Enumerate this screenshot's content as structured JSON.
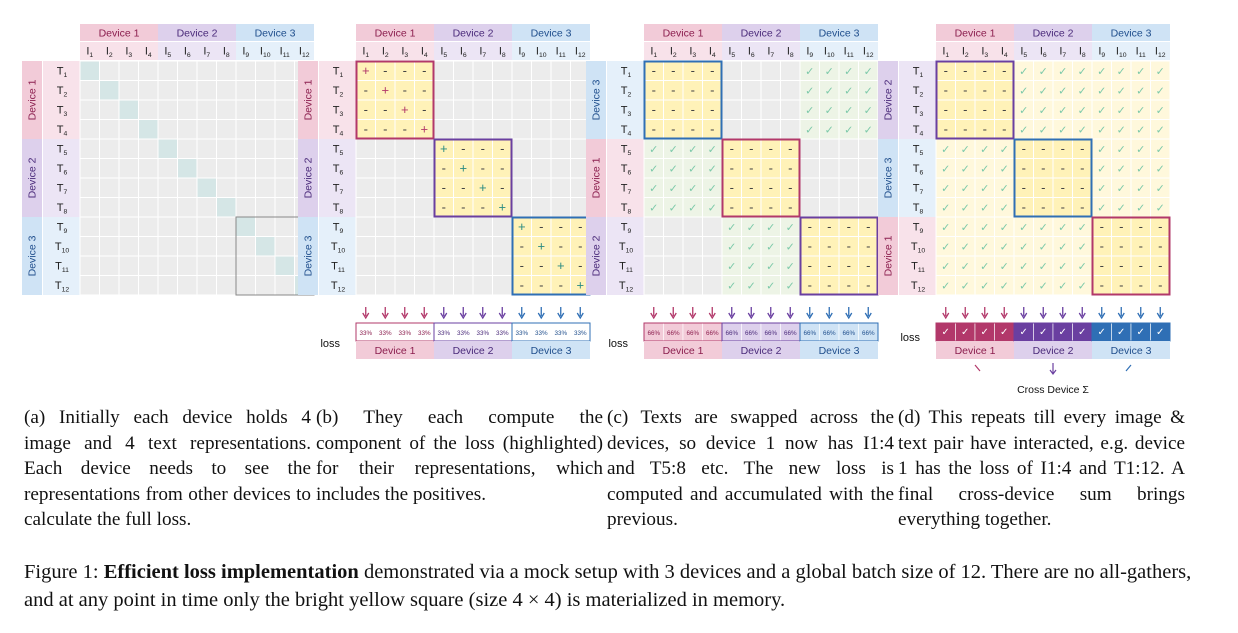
{
  "devices": [
    "Device 1",
    "Device 2",
    "Device 3"
  ],
  "images": [
    "I1",
    "I2",
    "I3",
    "I4",
    "I5",
    "I6",
    "I7",
    "I8",
    "I9",
    "I10",
    "I11",
    "I12"
  ],
  "texts": [
    "T1",
    "T2",
    "T3",
    "T4",
    "T5",
    "T6",
    "T7",
    "T8",
    "T9",
    "T10",
    "T11",
    "T12"
  ],
  "colors": {
    "device1_fill": "#f2cbd8",
    "device1_border": "#b2386a",
    "device1_text": "#8b1e4e",
    "device2_fill": "#ddd0ec",
    "device2_border": "#6a3fa0",
    "device2_text": "#4a2a7a",
    "device3_fill": "#cfe3f5",
    "device3_border": "#2f6fb5",
    "device3_text": "#1f4e8c",
    "grid_bg": "#ececec",
    "grid_line": "#ffffff",
    "diag": "#d5e6e6",
    "yellow": "#fff2b8",
    "yellow_faint": "#fff8dc",
    "plus": "#2a8b82",
    "check": "#7cc9a9"
  },
  "panels": [
    {
      "id": "a",
      "row_devices": [
        "Device 1",
        "Device 2",
        "Device 3"
      ],
      "row_texts": [
        "T1",
        "T2",
        "T3",
        "T4",
        "T5",
        "T6",
        "T7",
        "T8",
        "T9",
        "T10",
        "T11",
        "T12"
      ],
      "has_loss": false
    },
    {
      "id": "b",
      "row_devices": [
        "Device 1",
        "Device 2",
        "Device 3"
      ],
      "row_texts": [
        "T1",
        "T2",
        "T3",
        "T4",
        "T5",
        "T6",
        "T7",
        "T8",
        "T9",
        "T10",
        "T11",
        "T12"
      ],
      "has_loss": true,
      "loss_label": "loss",
      "loss_values": [
        "33%",
        "33%",
        "33%",
        "33%",
        "33%",
        "33%",
        "33%",
        "33%",
        "33%",
        "33%",
        "33%",
        "33%"
      ]
    },
    {
      "id": "c",
      "row_devices": [
        "Device 3",
        "Device 1",
        "Device 2"
      ],
      "row_texts": [
        "T1",
        "T2",
        "T3",
        "T4",
        "T5",
        "T6",
        "T7",
        "T8",
        "T9",
        "T10",
        "T11",
        "T12"
      ],
      "has_loss": true,
      "loss_label": "loss",
      "loss_values": [
        "66%",
        "66%",
        "66%",
        "66%",
        "66%",
        "66%",
        "66%",
        "66%",
        "66%",
        "66%",
        "66%",
        "66%"
      ]
    },
    {
      "id": "d",
      "row_devices": [
        "Device 2",
        "Device 3",
        "Device 1"
      ],
      "row_texts": [
        "T1",
        "T2",
        "T3",
        "T4",
        "T5",
        "T6",
        "T7",
        "T8",
        "T9",
        "T10",
        "T11",
        "T12"
      ],
      "has_loss": true,
      "loss_label": "loss",
      "loss_values": [
        "✓",
        "✓",
        "✓",
        "✓",
        "✓",
        "✓",
        "✓",
        "✓",
        "✓",
        "✓",
        "✓",
        "✓"
      ],
      "cross_device_label": "Cross Device Σ"
    }
  ],
  "subcaptions": {
    "a": "(a) Initially each device holds 4 image and 4 text representations. Each device needs to see the representations from other devices to calculate the full loss.",
    "b": "(b) They each compute the component of the loss (highlighted) for their representations, which includes the positives.",
    "c": "(c) Texts are swapped across the devices, so device 1 now has I1:4 and T5:8 etc. The new loss is computed and accumulated with the previous.",
    "d": "(d) This repeats till every image & text pair have interacted, e.g. device 1 has the loss of I1:4 and T1:12. A final cross-device sum brings everything together."
  },
  "figure_caption": {
    "prefix": "Figure 1: ",
    "bold": "Efficient loss implementation",
    "rest": " demonstrated via a mock setup with 3 devices and a global batch size of 12. There are no all-gathers, and at any point in time only the bright yellow square (size 4 × 4) is materialized in memory."
  }
}
